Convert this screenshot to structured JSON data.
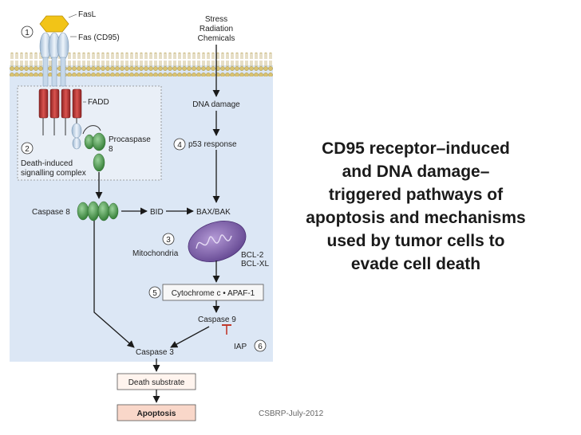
{
  "diagram": {
    "ligand": "FasL",
    "receptor": "Fas (CD95)",
    "stress": [
      "Stress",
      "Radiation",
      "Chemicals"
    ],
    "fadd": "FADD",
    "procaspase": [
      "Procaspase",
      "8"
    ],
    "disc": [
      "Death-induced",
      "signalling complex"
    ],
    "dna_damage": "DNA damage",
    "p53": "p53 response",
    "caspase8": "Caspase 8",
    "bid": "BID",
    "bax": "BAX/BAK",
    "mitochondria": "Mitochondria",
    "bcl": [
      "BCL-2",
      "BCL-XL"
    ],
    "cytochrome": "Cytochrome c • APAF-1",
    "caspase9": "Caspase 9",
    "iap": "IAP",
    "caspase3": "Caspase 3",
    "death_substrate": "Death substrate",
    "apoptosis": "Apoptosis",
    "steps": [
      "1",
      "2",
      "3",
      "4",
      "5",
      "6"
    ]
  },
  "title_lines": [
    "CD95 receptor–induced",
    "and DNA damage–",
    "triggered pathways of",
    "apoptosis and mechanisms",
    "used by tumor cells to",
    "evade cell death"
  ],
  "footer": "CSBRP-July-2012",
  "colors": {
    "cell": "#dce7f5",
    "membrane": "#e6d48a",
    "receptor_red": "#c23b3b",
    "receptor_blue": "#c6d8ea",
    "caspase_green": "#4e9a4e",
    "mitochondria": "#7a5aa6",
    "ligand_yellow": "#f2c417",
    "apoptosis_box": "#f9d7c9"
  }
}
